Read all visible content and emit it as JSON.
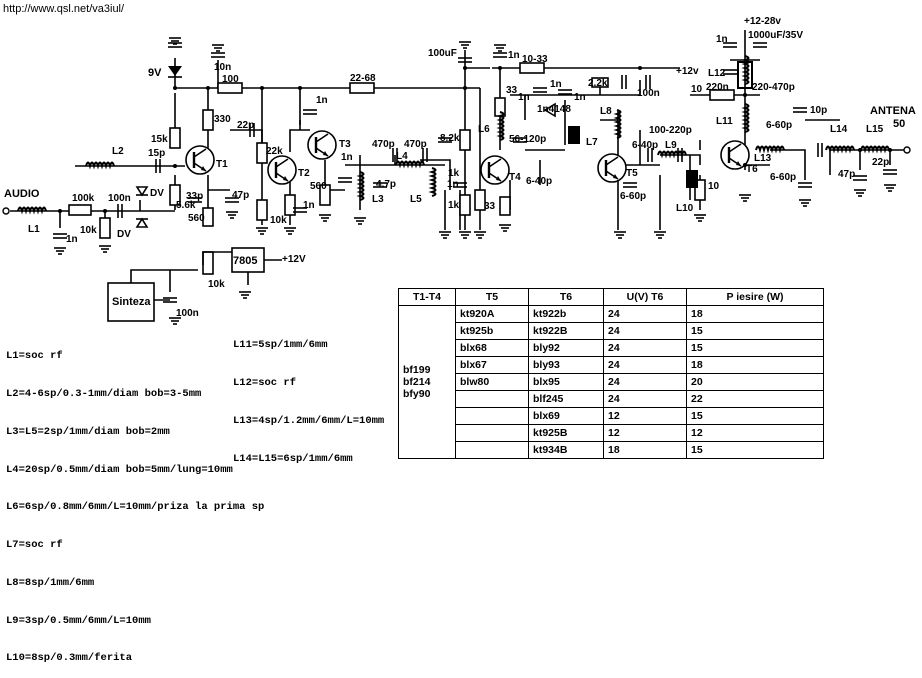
{
  "url": "http://www.qsl.net/va3iul/",
  "components": {
    "audio": "AUDIO",
    "l1": "L1",
    "r100k": "100k",
    "c100n_in": "100n",
    "r10k_in": "10k",
    "c1n_in": "1n",
    "dv1": "DV",
    "dv2": "DV",
    "l2": "L2",
    "c15p": "15p",
    "r15k": "15k",
    "r33p": "33p",
    "r5_6k": "5.6k",
    "r560a": "560",
    "c47p_t1": "47p",
    "t1": "T1",
    "v9": "9V",
    "c10n": "10n",
    "r100": "100",
    "r330": "330",
    "c22p": "22p",
    "r22k": "22k",
    "t2": "T2",
    "r10k_t2": "10k",
    "c1n_t2": "1n",
    "t3": "T3",
    "r560b": "560",
    "c1n_t3": "1n",
    "c1n_t3b": "1n",
    "r22_68": "22-68",
    "c470p_a": "470p",
    "c470p_b": "470p",
    "l4": "L4",
    "l3": "L3",
    "c4_7p": "4.7p",
    "l5": "L5",
    "c1n_l5": "1n",
    "r8_2k": "8.2k",
    "r1k_a": "1k",
    "r1k_b": "1k",
    "c100uf": "100uF",
    "c1n_top": "1n",
    "r10_33": "10-33",
    "r33_t4": "33",
    "r33_t4b": "33",
    "l6": "L6",
    "c56_120p": "56-120p",
    "t4": "T4",
    "c6_40p_t4": "6-40p",
    "c1n_a": "1n",
    "c1n_b": "1n",
    "d1n4148": "1n4148",
    "l7": "L7",
    "r2_2k": "2.2k",
    "c1n_c": "1n",
    "c100n_b": "100n",
    "plus12v_a": "+12v",
    "l8": "L8",
    "c100_220p": "100-220p",
    "c6_40p_t5": "6-40p",
    "l9": "L9",
    "t5": "T5",
    "c6_60p_t5": "6-60p",
    "l10": "L10",
    "r10_t5": "10",
    "v12_28": "+12-28v",
    "c1000uf": "1000uF/35V",
    "c1n_top2": "1n",
    "l12": "L12",
    "c220n": "220n",
    "r10_top": "10",
    "c220_470p": "220-470p",
    "c10p": "10p",
    "l11": "L11",
    "t6": "T6",
    "l13": "L13",
    "c6_60p_a": "6-60p",
    "c6_60p_b": "6-60p",
    "l14": "L14",
    "l15": "L15",
    "c47p_out": "47p",
    "c22p_out": "22p",
    "antena": "ANTENA",
    "ohm50": "50",
    "sinteza": "Sinteza",
    "reg7805": "7805",
    "plus12v_reg": "+12V",
    "r10k_reg": "10k",
    "c100n_reg": "100n"
  },
  "notes_left": [
    "L1=soc rf",
    "L2=4-6sp/0.3-1mm/diam bob=3-5mm",
    "L3=L5=2sp/1mm/diam bob=2mm",
    "L4=20sp/0.5mm/diam bob=5mm/lung=10mm",
    "L6=6sp/0.8mm/6mm/L=10mm/priza la prima sp",
    "L7=soc rf",
    "L8=8sp/1mm/6mm",
    "L9=3sp/0.5mm/6mm/L=10mm",
    "L10=8sp/0.3mm/ferita"
  ],
  "notes_mid": [
    "L11=5sp/1mm/6mm",
    "L12=soc rf",
    "L13=4sp/1.2mm/6mm/L=10mm",
    "L14=L15=6sp/1mm/6mm"
  ],
  "table": {
    "headers": [
      "T1-T4",
      "T5",
      "T6",
      "U(V) T6",
      "P iesire (W)"
    ],
    "t1t4": [
      "bf199",
      "bf214",
      "bfy90"
    ],
    "rows": [
      [
        "kt920A",
        "kt922b",
        "24",
        "18"
      ],
      [
        "kt925b",
        "kt922B",
        "24",
        "15"
      ],
      [
        "blx68",
        "bly92",
        "24",
        "15"
      ],
      [
        "blx67",
        "bly93",
        "24",
        "18"
      ],
      [
        "blw80",
        "blx95",
        "24",
        "20"
      ],
      [
        "",
        "blf245",
        "24",
        "22"
      ],
      [
        "",
        "blx69",
        "12",
        "15"
      ],
      [
        "",
        "kt925B",
        "12",
        "12"
      ],
      [
        "",
        "kt934B",
        "18",
        "15"
      ]
    ]
  }
}
